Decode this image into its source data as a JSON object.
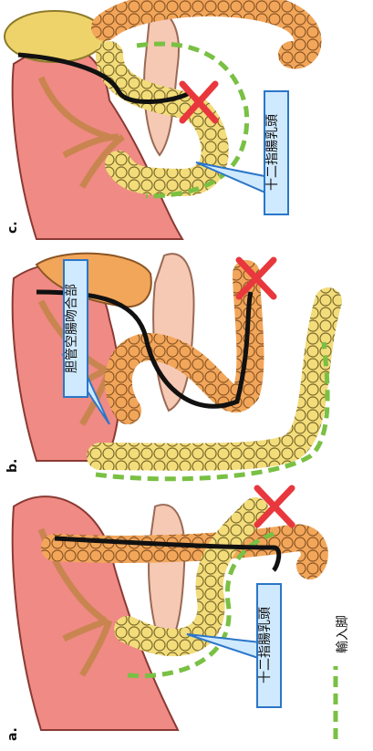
{
  "panels": [
    {
      "label": "a.",
      "callout": "十二指腸乳頭"
    },
    {
      "label": "b.",
      "callout": "胆管空腸吻合部"
    },
    {
      "label": "c.",
      "callout": "十二指腸乳頭"
    }
  ],
  "legend": {
    "label": "輸入脚"
  },
  "colors": {
    "liver": "#f08a84",
    "liver_edge": "#8a3a34",
    "intestine_orange": "#f2a65a",
    "intestine_yellow": "#f3dc7a",
    "pancreas": "#f6c9b4",
    "duct": "#111111",
    "afferent_dash": "#79c043",
    "callout_fill": "#cfe9ff",
    "callout_edge": "#2b76c8",
    "cross": "#e8383d"
  },
  "icons": {
    "cross": "x-mark-icon",
    "scope": "endoscope-path"
  }
}
